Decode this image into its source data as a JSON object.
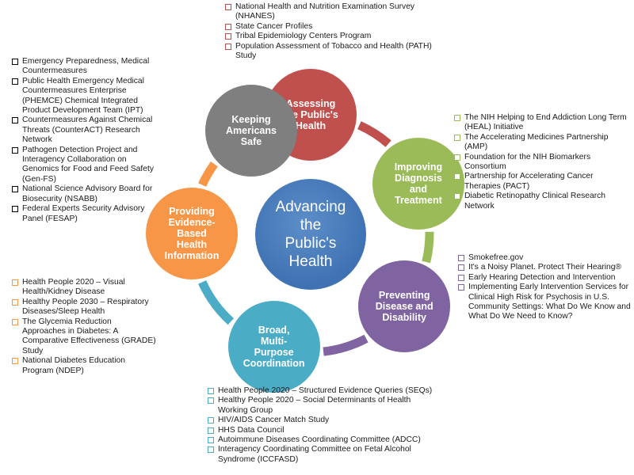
{
  "center": {
    "label": "Advancing\nthe\nPublic's\nHealth",
    "color": "#4a7ebf"
  },
  "nodes": [
    {
      "id": "assessing",
      "label": "Assessing\nthe Public's\nHealth",
      "color": "#c0504d"
    },
    {
      "id": "improving",
      "label": "Improving\nDiagnosis\nand\nTreatment",
      "color": "#9bbb59"
    },
    {
      "id": "preventing",
      "label": "Preventing\nDisease and\nDisability",
      "color": "#8064a2"
    },
    {
      "id": "broad",
      "label": "Broad,\nMulti-\nPurpose\nCoordination",
      "color": "#4bacc6"
    },
    {
      "id": "providing",
      "label": "Providing\nEvidence-\nBased\nHealth\nInformation",
      "color": "#f79646"
    },
    {
      "id": "keeping",
      "label": "Keeping\nAmericans\nSafe",
      "color": "#7f7f7f"
    }
  ],
  "lists": {
    "assessing": {
      "color": "#c0504d",
      "items": [
        "National Health and Nutrition Examination Survey (NHANES)",
        "State Cancer Profiles",
        "Tribal Epidemiology Centers Program",
        "Population Assessment of Tobacco and Health (PATH) Study"
      ]
    },
    "improving": {
      "color": "#9bbb59",
      "items": [
        "The NIH Helping to End Addiction Long Term (HEAL) Initiative",
        "The Accelerating Medicines Partnership (AMP)",
        "Foundation for the NIH Biomarkers Consortium",
        "Partnership for Accelerating Cancer Therapies (PACT)",
        "Diabetic Retinopathy Clinical Research Network"
      ]
    },
    "preventing": {
      "color": "#8064a2",
      "items": [
        "Smokefree.gov",
        "It's a Noisy Planet. Protect Their Hearing®",
        "Early Hearing Detection and Intervention",
        "Implementing Early Intervention Services for Clinical High Risk for Psychosis in U.S. Community Settings: What Do We Know and What Do We Need to Know?"
      ]
    },
    "broad": {
      "color": "#4bacc6",
      "items": [
        "Health People 2020 – Structured Evidence Queries (SEQs)",
        "Healthy People 2020 – Social Determinants of Health Working Group",
        "HIV/AIDS Cancer Match Study",
        "HHS Data Council",
        "Autoimmune Diseases Coordinating Committee (ADCC)",
        "Interagency Coordinating Committee on Fetal Alcohol Syndrome (ICCFASD)"
      ]
    },
    "providing": {
      "color": "#f79646",
      "items": [
        "Health People 2020 – Visual Health/Kidney Disease",
        "Healthy People 2030 – Respiratory Diseases/Sleep Health",
        "The Glycemia Reduction Approaches in Diabetes: A Comparative Effectiveness (GRADE) Study",
        "National Diabetes Education Program (NDEP)"
      ]
    },
    "keeping": {
      "color": "#000000",
      "items": [
        "Emergency Preparedness, Medical Countermeasures",
        "Public Health Emergency Medical Countermeasures Enterprise (PHEMCE) Chemical Integrated Product Development Team (IPT)",
        "Countermeasures Against Chemical Threats (CounterACT) Research Network",
        "Pathogen Detection Project and Interagency Collaboration on Genomics for Food and Feed Safety (Gen-FS)",
        "National Science Advisory Board for Biosecurity (NSABB)",
        "Federal Experts Security Advisory Panel (FESAP)"
      ]
    }
  }
}
